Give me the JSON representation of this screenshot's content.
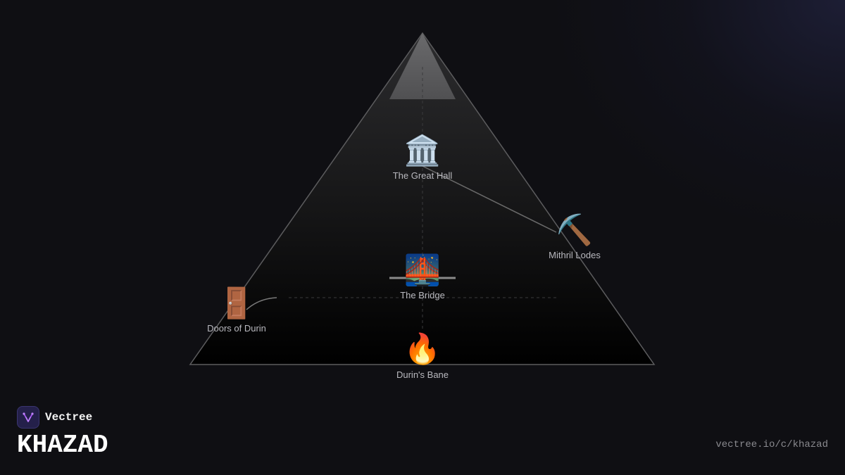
{
  "brand": {
    "name": "Vectree",
    "logo_icon": "vectree-logo-icon",
    "accent": "#a855f7"
  },
  "title": "KHAZAD",
  "url": "vectree.io/c/khazad",
  "diagram": {
    "type": "tree-in-mountain",
    "colors": {
      "mountain_top": "#2a2a2c",
      "mountain_bottom": "#000000",
      "snow_cap": "#5a5a5c",
      "edges": "#6a6a6a"
    },
    "nodes": [
      {
        "id": "great-hall",
        "label": "The Great Hall",
        "icon": "🏛️",
        "icon_name": "classical-building-icon"
      },
      {
        "id": "mithril-lodes",
        "label": "Mithril Lodes",
        "icon": "⛏️",
        "icon_name": "pick-icon"
      },
      {
        "id": "the-bridge",
        "label": "The Bridge",
        "icon": "🌉",
        "icon_name": "bridge-at-night-icon"
      },
      {
        "id": "doors-of-durin",
        "label": "Doors of Durin",
        "icon": "🚪",
        "icon_name": "door-icon"
      },
      {
        "id": "durins-bane",
        "label": "Durin's Bane",
        "icon": "🔥",
        "icon_name": "fire-icon"
      }
    ],
    "edges": [
      {
        "from": "great-hall",
        "to": "mithril-lodes"
      },
      {
        "from": "doors-of-durin",
        "to": "the-bridge"
      }
    ]
  }
}
